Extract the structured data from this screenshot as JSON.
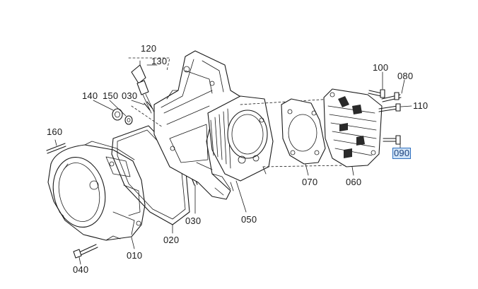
{
  "callouts": {
    "c120": "120",
    "c130": "130",
    "c100": "100",
    "c080": "080",
    "c140": "140",
    "c150": "150",
    "c030a": "030",
    "c110": "110",
    "c160": "160",
    "c090": "090",
    "c070": "070",
    "c060": "060",
    "c050": "050",
    "c030b": "030",
    "c020": "020",
    "c010": "010",
    "c040": "040"
  },
  "selected_callout": "090",
  "colors": {
    "line": "#1a1a1a",
    "highlight_bg": "#cfe3f7",
    "highlight_border": "#2e6fbf"
  }
}
